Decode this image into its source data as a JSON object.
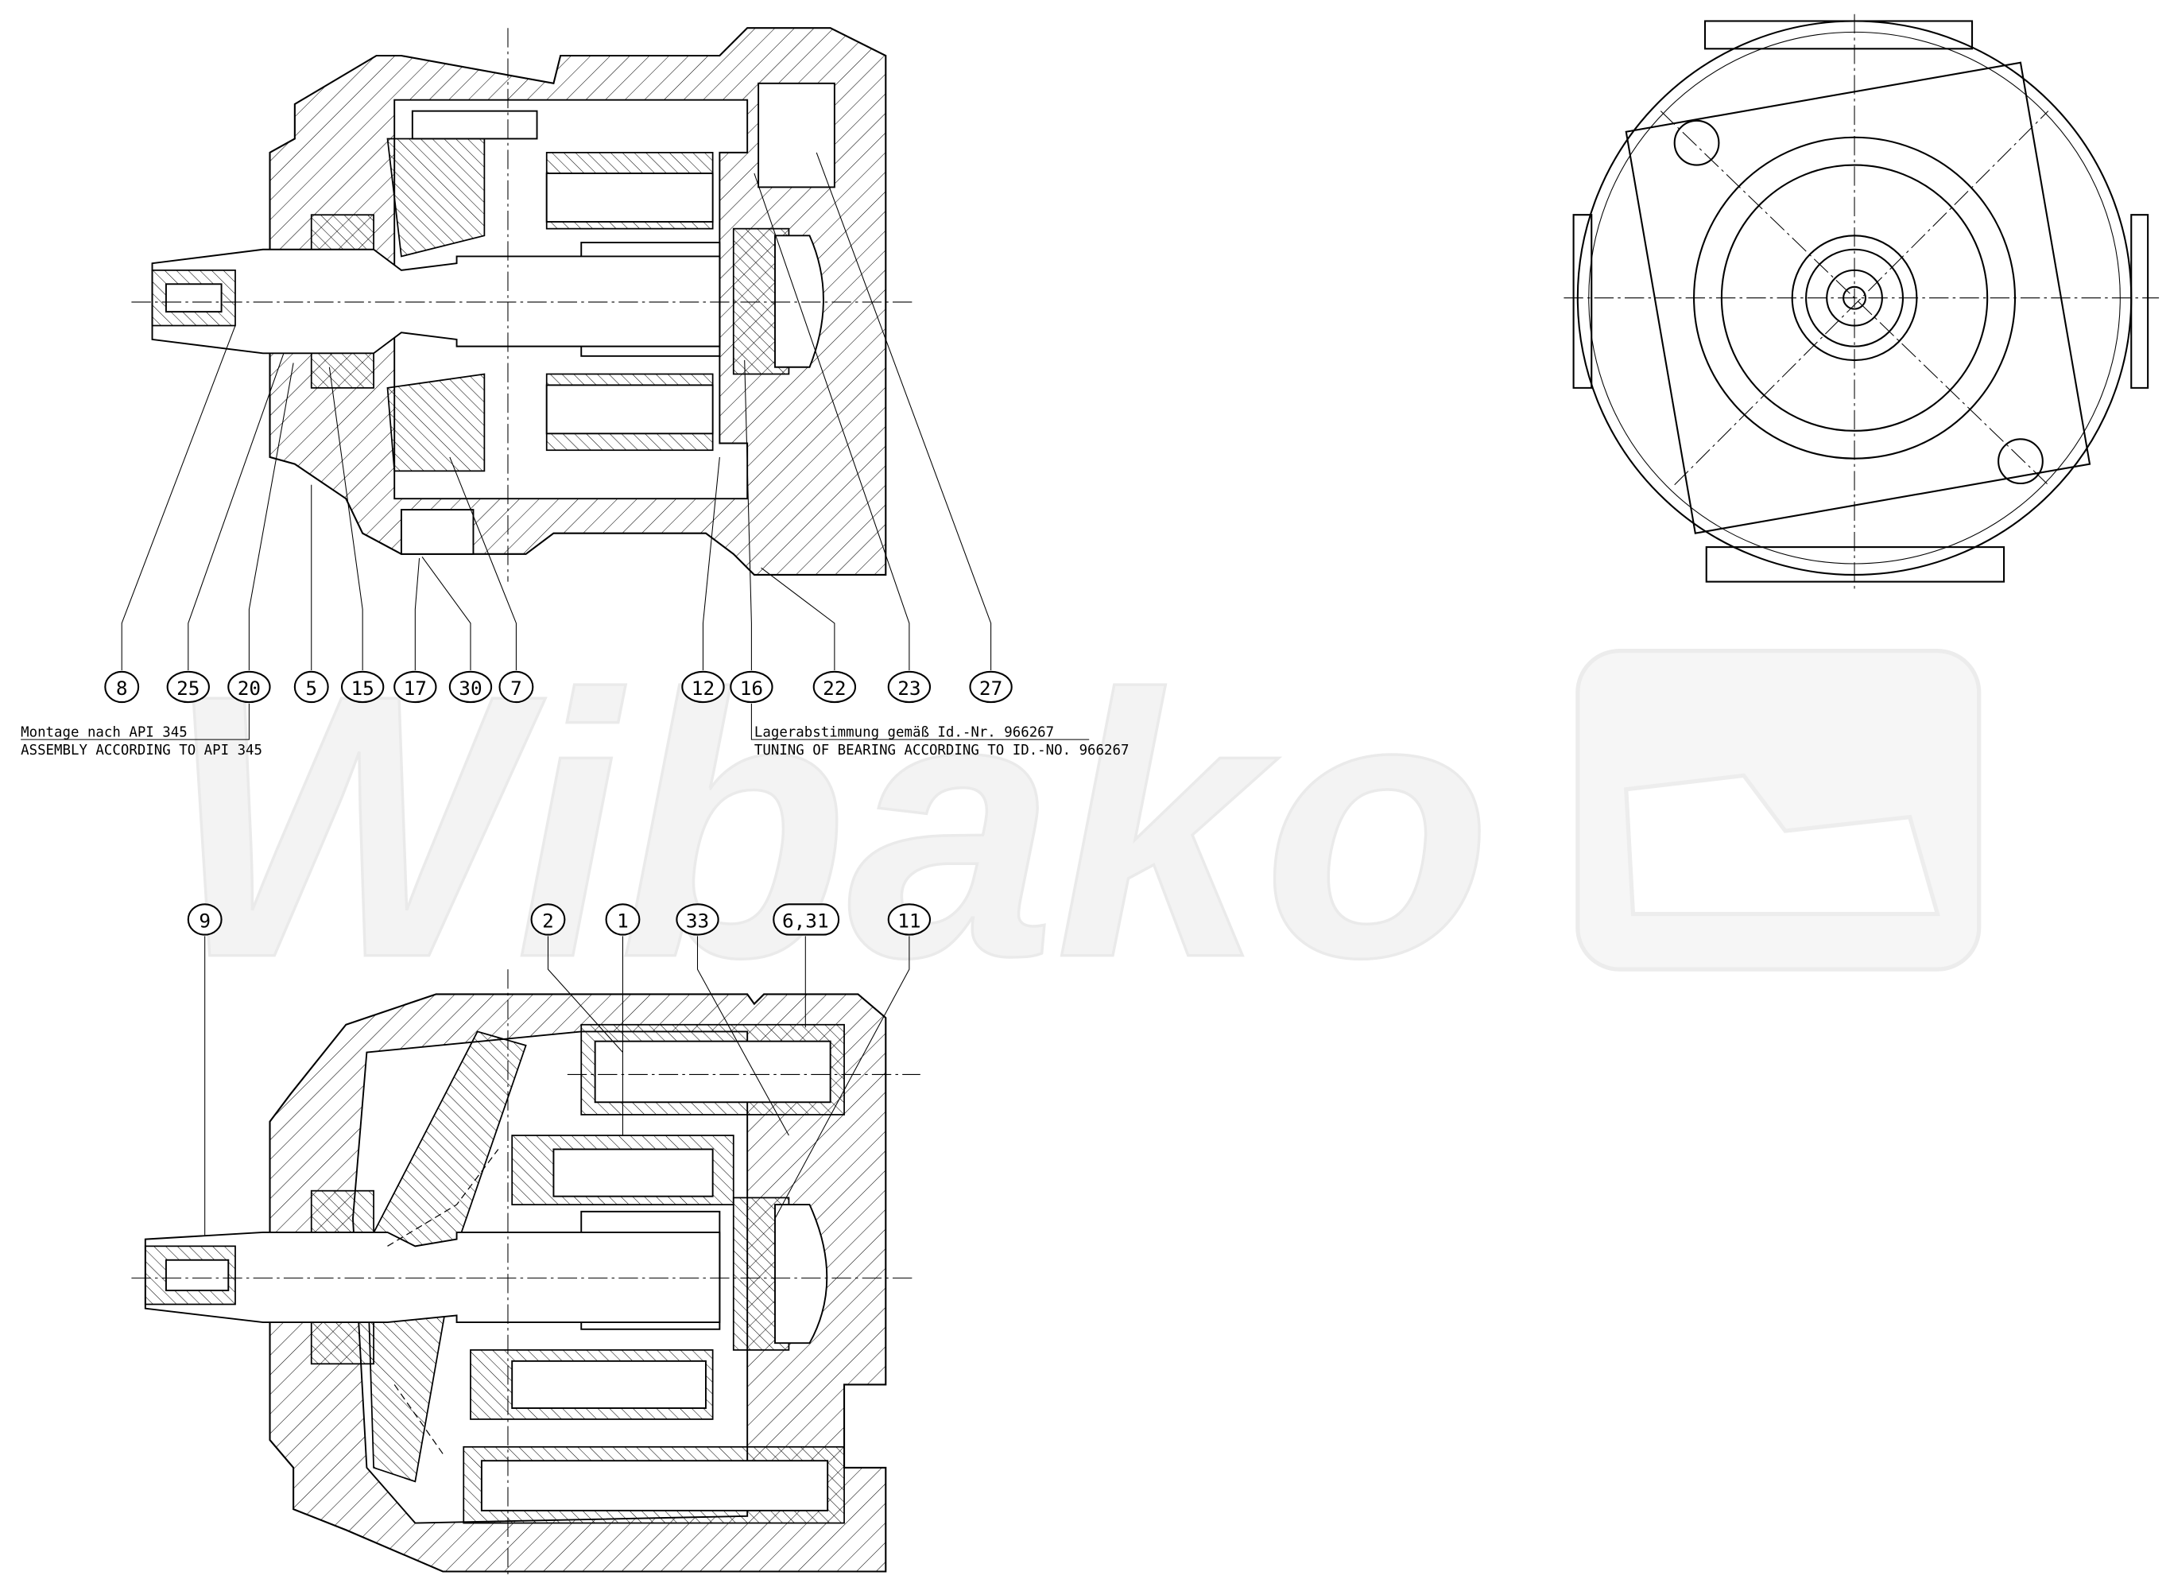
{
  "watermark": {
    "text": "Wibako"
  },
  "top_section": {
    "callouts": [
      "8",
      "25",
      "20",
      "5",
      "15",
      "17",
      "30",
      "7",
      "12",
      "16",
      "22",
      "23",
      "27"
    ],
    "note_left": {
      "line1": "Montage nach API 345",
      "line2": "ASSEMBLY ACCORDING TO API 345"
    },
    "note_right": {
      "line1": "Lagerabstimmung gemäß Id.-Nr. 966267",
      "line2": "TUNING OF BEARING ACCORDING TO ID.-NO. 966267"
    }
  },
  "bottom_section": {
    "callouts": [
      "9",
      "2",
      "1",
      "33",
      "6,31",
      "11"
    ]
  }
}
